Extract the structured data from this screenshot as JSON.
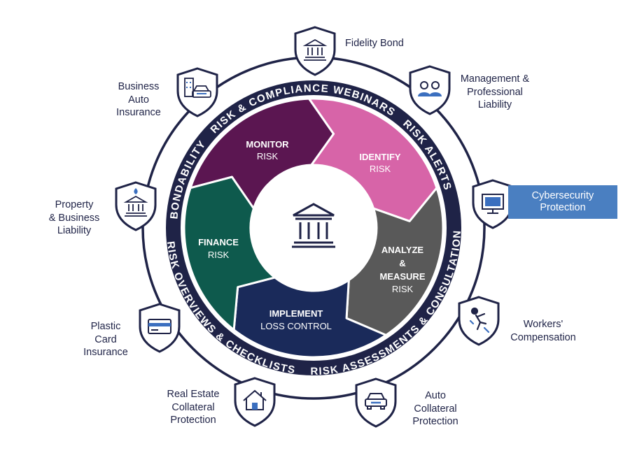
{
  "ring_labels": [
    "RISK & COMPLIANCE WEBINARS",
    "RISK ALERTS",
    "RISK ASSESSMENTS & CONSULTATION",
    "RISK OVERVIEWS & CHECKLISTS",
    "BONDABILITY"
  ],
  "segments": {
    "monitor": {
      "title": "MONITOR",
      "sub": "RISK",
      "color": "#5b1651"
    },
    "identify": {
      "title": "IDENTIFY",
      "sub": "RISK",
      "color": "#d764a8"
    },
    "analyze": {
      "title": [
        "ANALYZE",
        "&",
        "MEASURE"
      ],
      "sub": "RISK",
      "color": "#595959"
    },
    "implement": {
      "title": "IMPLEMENT",
      "sub": "LOSS CONTROL",
      "color": "#1a2a5a"
    },
    "finance": {
      "title": "FINANCE",
      "sub": "RISK",
      "color": "#0e5a4d"
    }
  },
  "colors": {
    "navy": "#1f2347",
    "highlight": "#4a7fc1"
  },
  "coverages": [
    {
      "id": "fidelity-bond",
      "lines": [
        "Fidelity Bond"
      ],
      "icon": "bank-icon"
    },
    {
      "id": "management-liability",
      "lines": [
        "Management &",
        "Professional",
        "Liability"
      ],
      "icon": "people-icon"
    },
    {
      "id": "cybersecurity",
      "lines": [
        "Cybersecurity",
        "Protection"
      ],
      "icon": "monitor-icon",
      "highlighted": true
    },
    {
      "id": "workers-comp",
      "lines": [
        "Workers'",
        "Compensation"
      ],
      "icon": "falling-person-icon"
    },
    {
      "id": "auto-collateral",
      "lines": [
        "Auto",
        "Collateral",
        "Protection"
      ],
      "icon": "car-icon"
    },
    {
      "id": "real-estate",
      "lines": [
        "Real Estate",
        "Collateral",
        "Protection"
      ],
      "icon": "house-icon"
    },
    {
      "id": "plastic-card",
      "lines": [
        "Plastic",
        "Card",
        "Insurance"
      ],
      "icon": "credit-card-icon"
    },
    {
      "id": "property-liability",
      "lines": [
        "Property",
        "& Business",
        "Liability"
      ],
      "icon": "burning-bank-icon"
    },
    {
      "id": "business-auto",
      "lines": [
        "Business",
        "Auto",
        "Insurance"
      ],
      "icon": "building-car-icon"
    }
  ],
  "center_icon": "bank-icon"
}
